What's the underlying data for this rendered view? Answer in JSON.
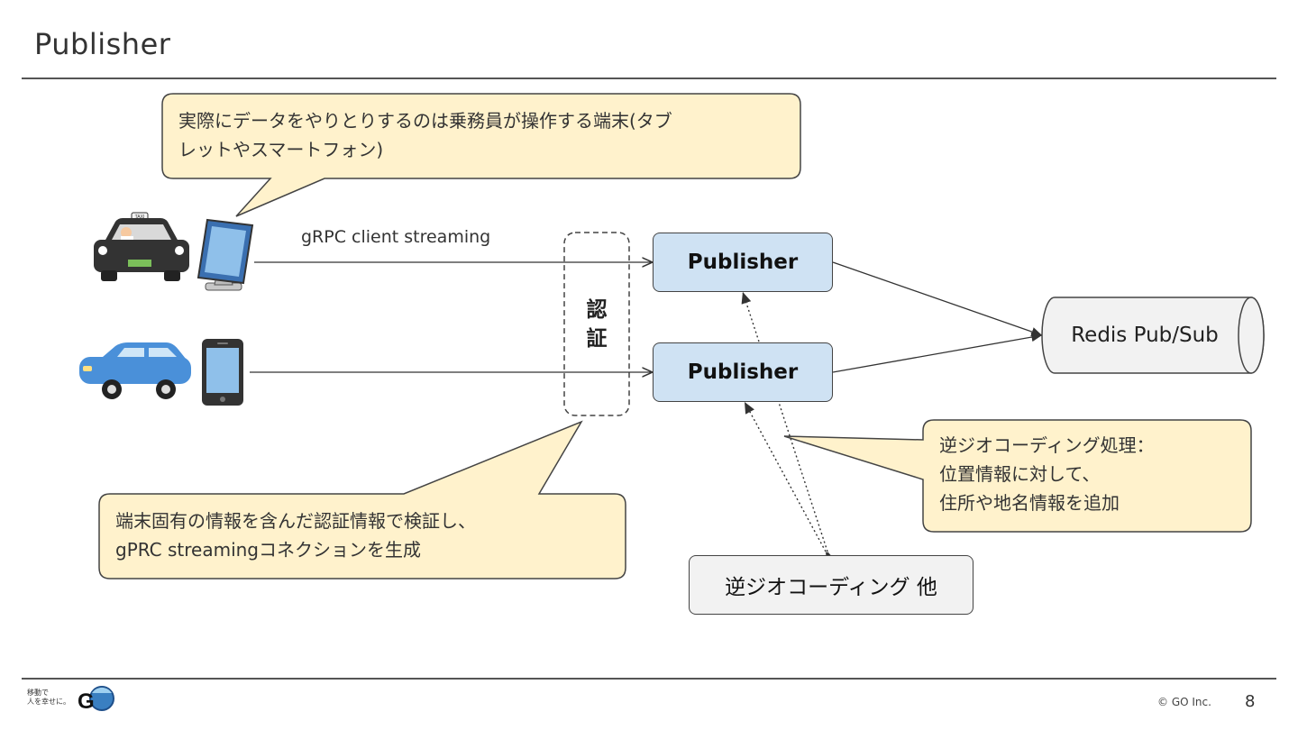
{
  "slide": {
    "title": "Publisher",
    "page_number": "8",
    "copyright": "© GO Inc.",
    "logo_tagline_1": "移動で",
    "logo_tagline_2": "人を幸せに。"
  },
  "callouts": {
    "device": [
      "実際にデータをやりとりするのは乗務員が操作する端末(タブ",
      "レットやスマートフォン)"
    ],
    "auth": [
      "端末固有の情報を含んだ認証情報で検証し、",
      "gPRC streamingコネクションを生成"
    ],
    "geo": [
      "逆ジオコーディング処理：",
      "位置情報に対して、",
      "住所や地名情報を追加"
    ]
  },
  "diagram": {
    "stream_label": "gRPC client streaming",
    "auth_chars": [
      "認",
      "証"
    ],
    "publisher_1": "Publisher",
    "publisher_2": "Publisher",
    "redis": "Redis Pub/Sub",
    "geocoding": "逆ジオコーディング 他",
    "taxi_sign": "TAXI"
  },
  "colors": {
    "publisher_fill": "#cfe2f3",
    "callout_fill": "#fff2cc",
    "redis_fill": "#f2f2f2",
    "taxi_body": "#333333",
    "car_body": "#4a90d9"
  }
}
